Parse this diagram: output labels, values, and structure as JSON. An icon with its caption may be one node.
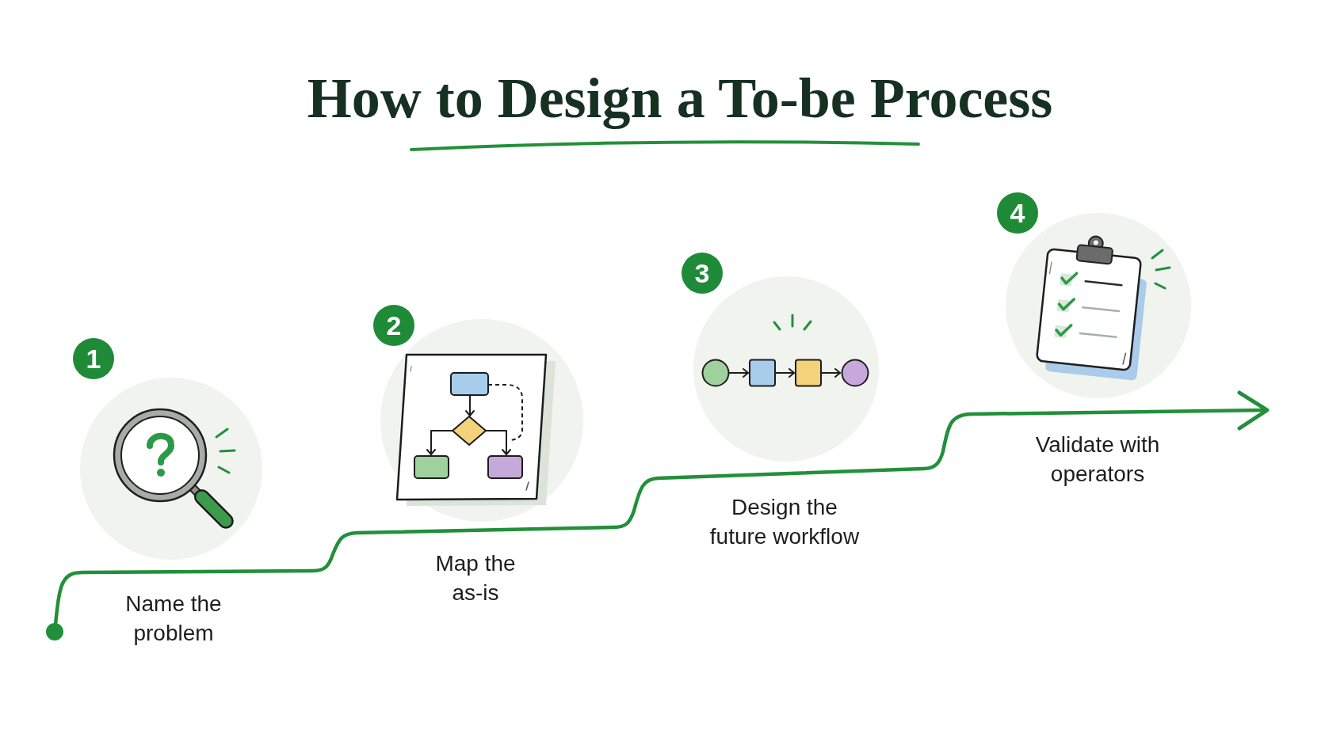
{
  "diagram": {
    "title": "How to Design a To-be Process",
    "nodes": [
      {
        "text": [
          "1"
        ]
      },
      {
        "text": [
          "2"
        ]
      },
      {
        "text": [
          "3"
        ]
      },
      {
        "text": [
          "4"
        ]
      }
    ],
    "labels": [
      "Name the problem",
      "Map the as-is",
      "Design the future workflow",
      "Validate with operators"
    ]
  }
}
